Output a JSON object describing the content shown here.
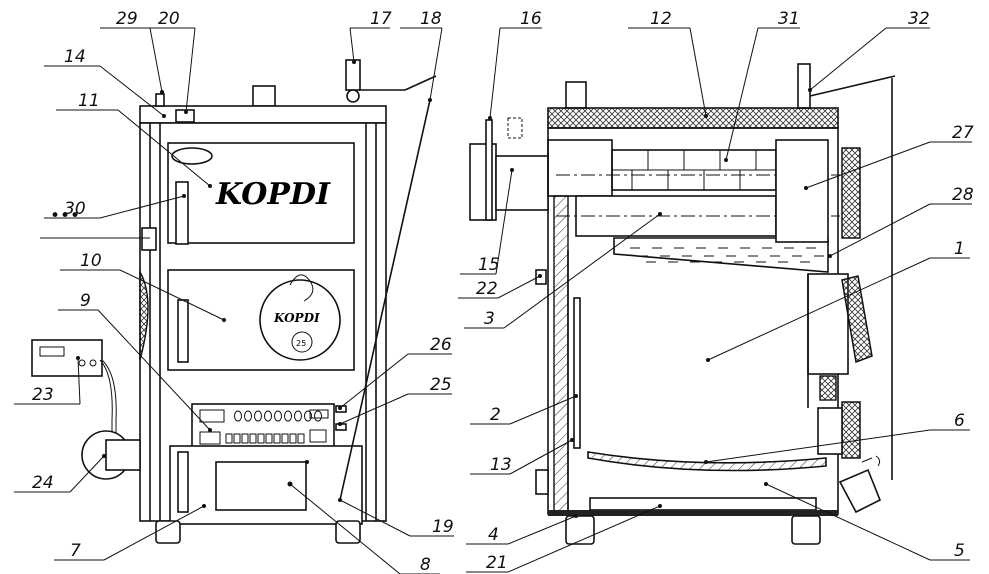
{
  "brand": {
    "front_logo": "KOPDI",
    "door_logo": "KOPDI",
    "badge": "25"
  },
  "controller_panel": {
    "ellipsis": "•••"
  },
  "labels": [
    {
      "id": "29",
      "text": "29"
    },
    {
      "id": "20",
      "text": "20"
    },
    {
      "id": "17",
      "text": "17"
    },
    {
      "id": "18",
      "text": "18"
    },
    {
      "id": "14",
      "text": "14"
    },
    {
      "id": "11",
      "text": "11"
    },
    {
      "id": "10",
      "text": "10"
    },
    {
      "id": "9",
      "text": "9"
    },
    {
      "id": "23",
      "text": "23"
    },
    {
      "id": "24",
      "text": "24"
    },
    {
      "id": "7",
      "text": "7"
    },
    {
      "id": "8",
      "text": "8"
    },
    {
      "id": "19",
      "text": "19"
    },
    {
      "id": "25",
      "text": "25"
    },
    {
      "id": "26",
      "text": "26"
    },
    {
      "id": "16",
      "text": "16"
    },
    {
      "id": "12",
      "text": "12"
    },
    {
      "id": "31",
      "text": "31"
    },
    {
      "id": "32",
      "text": "32"
    },
    {
      "id": "27",
      "text": "27"
    },
    {
      "id": "28",
      "text": "28"
    },
    {
      "id": "1",
      "text": "1"
    },
    {
      "id": "15",
      "text": "15"
    },
    {
      "id": "22",
      "text": "22"
    },
    {
      "id": "3",
      "text": "3"
    },
    {
      "id": "2",
      "text": "2"
    },
    {
      "id": "13",
      "text": "13"
    },
    {
      "id": "6",
      "text": "6"
    },
    {
      "id": "4",
      "text": "4"
    },
    {
      "id": "21",
      "text": "21"
    },
    {
      "id": "5",
      "text": "5"
    },
    {
      "id": "30",
      "text": "30"
    }
  ],
  "colors": {
    "line": "#111111",
    "background": "#ffffff",
    "insulation": "#444444"
  }
}
